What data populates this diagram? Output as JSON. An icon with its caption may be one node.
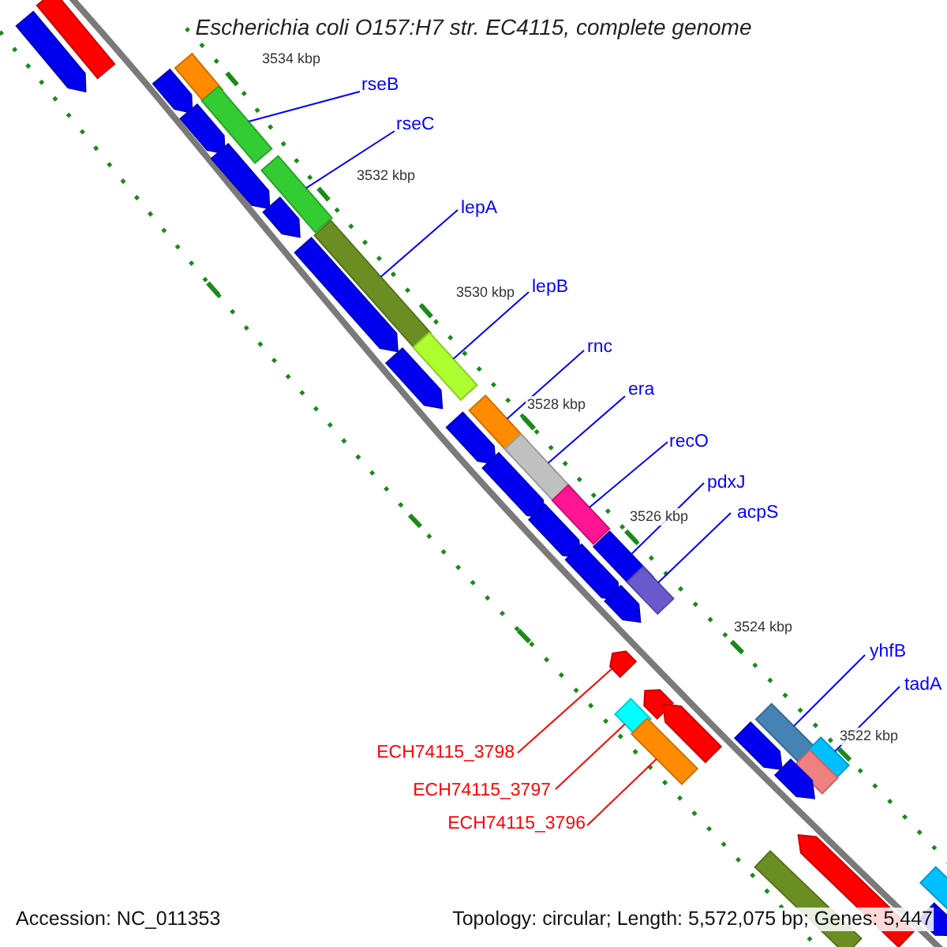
{
  "diagram": {
    "title": "Escherichia coli O157:H7 str. EC4115, complete genome",
    "nodes": [
      {
        "text": [
          "rseB"
        ]
      },
      {
        "text": [
          "rseC"
        ]
      },
      {
        "text": [
          "lepA"
        ]
      },
      {
        "text": [
          "lepB"
        ]
      },
      {
        "text": [
          "rnc"
        ]
      },
      {
        "text": [
          "era"
        ]
      },
      {
        "text": [
          "recO"
        ]
      },
      {
        "text": [
          "pdxJ"
        ]
      },
      {
        "text": [
          "acpS"
        ]
      },
      {
        "text": [
          "yhfB"
        ]
      },
      {
        "text": [
          "tadA"
        ]
      },
      {
        "text": [
          "ECH74115_3798"
        ]
      },
      {
        "text": [
          "ECH74115_3797"
        ]
      },
      {
        "text": [
          "ECH74115_3796"
        ]
      },
      {
        "text": [],
        "shape": "bar"
      },
      {
        "text": [],
        "shape": "bar"
      },
      {
        "text": [],
        "shape": "bar"
      },
      {
        "text": [],
        "shape": "bar"
      },
      {
        "text": [],
        "shape": "bar"
      },
      {
        "text": [],
        "shape": "bar"
      },
      {
        "text": [],
        "shape": "bar"
      },
      {
        "text": [],
        "shape": "bar"
      },
      {
        "text": [],
        "shape": "bar"
      },
      {
        "text": [],
        "shape": "bar"
      },
      {
        "text": [],
        "shape": "bar"
      },
      {
        "text": [],
        "shape": "bar"
      },
      {
        "text": [],
        "shape": "bar"
      },
      {
        "text": [],
        "shape": "bar"
      },
      {
        "text": [],
        "shape": "bar"
      },
      {
        "text": [],
        "shape": "bar"
      },
      {
        "text": [],
        "shape": "bar"
      },
      {
        "text": [],
        "shape": "bar"
      },
      {
        "text": [],
        "shape": "bar"
      },
      {
        "text": [],
        "shape": "bar"
      },
      {
        "text": [],
        "shape": "bar"
      },
      {
        "text": [],
        "shape": "bar"
      },
      {
        "text": [],
        "shape": "bar"
      },
      {
        "text": [],
        "shape": "bar"
      },
      {
        "text": [],
        "shape": "bar"
      },
      {
        "text": [],
        "shape": "bar"
      },
      {
        "text": [],
        "shape": "bar"
      },
      {
        "text": [],
        "shape": "bar"
      },
      {
        "text": [],
        "shape": "bar"
      },
      {
        "text": [],
        "shape": "bar"
      },
      {
        "text": [],
        "shape": "bar"
      },
      {
        "text": [],
        "shape": "bar"
      },
      {
        "text": [],
        "shape": "bar"
      },
      {
        "text": [],
        "shape": "bar"
      },
      {
        "text": [],
        "shape": "bar"
      },
      {
        "text": [],
        "shape": "bar"
      },
      {
        "text": [],
        "shape": "bar"
      }
    ],
    "edges": [
      {
        "from": 0,
        "to": 18,
        "arrow": "none"
      },
      {
        "from": 1,
        "to": 21,
        "arrow": "none"
      },
      {
        "from": 2,
        "to": 23,
        "arrow": "none"
      },
      {
        "from": 3,
        "to": 25,
        "arrow": "none"
      },
      {
        "from": 4,
        "to": 27,
        "arrow": "none"
      },
      {
        "from": 5,
        "to": 29,
        "arrow": "none"
      },
      {
        "from": 6,
        "to": 31,
        "arrow": "none"
      },
      {
        "from": 7,
        "to": 33,
        "arrow": "none"
      },
      {
        "from": 8,
        "to": 35,
        "arrow": "none"
      },
      {
        "from": 9,
        "to": 41,
        "arrow": "none"
      },
      {
        "from": 10,
        "to": 44,
        "arrow": "none"
      },
      {
        "from": 11,
        "to": 37,
        "arrow": "none",
        "color": "#ff0000"
      },
      {
        "from": 12,
        "to": 39,
        "arrow": "none",
        "color": "#ff0000"
      },
      {
        "from": 13,
        "to": 43,
        "arrow": "none",
        "color": "#ff0000"
      }
    ],
    "labels": [
      "3534 kbp",
      "3532 kbp",
      "3530 kbp",
      "3528 kbp",
      "3526 kbp",
      "3524 kbp",
      "3522 kbp",
      "Accession: NC_011353",
      "Topology: circular; Length: 5,572,075 bp; Genes: 5,447"
    ]
  }
}
